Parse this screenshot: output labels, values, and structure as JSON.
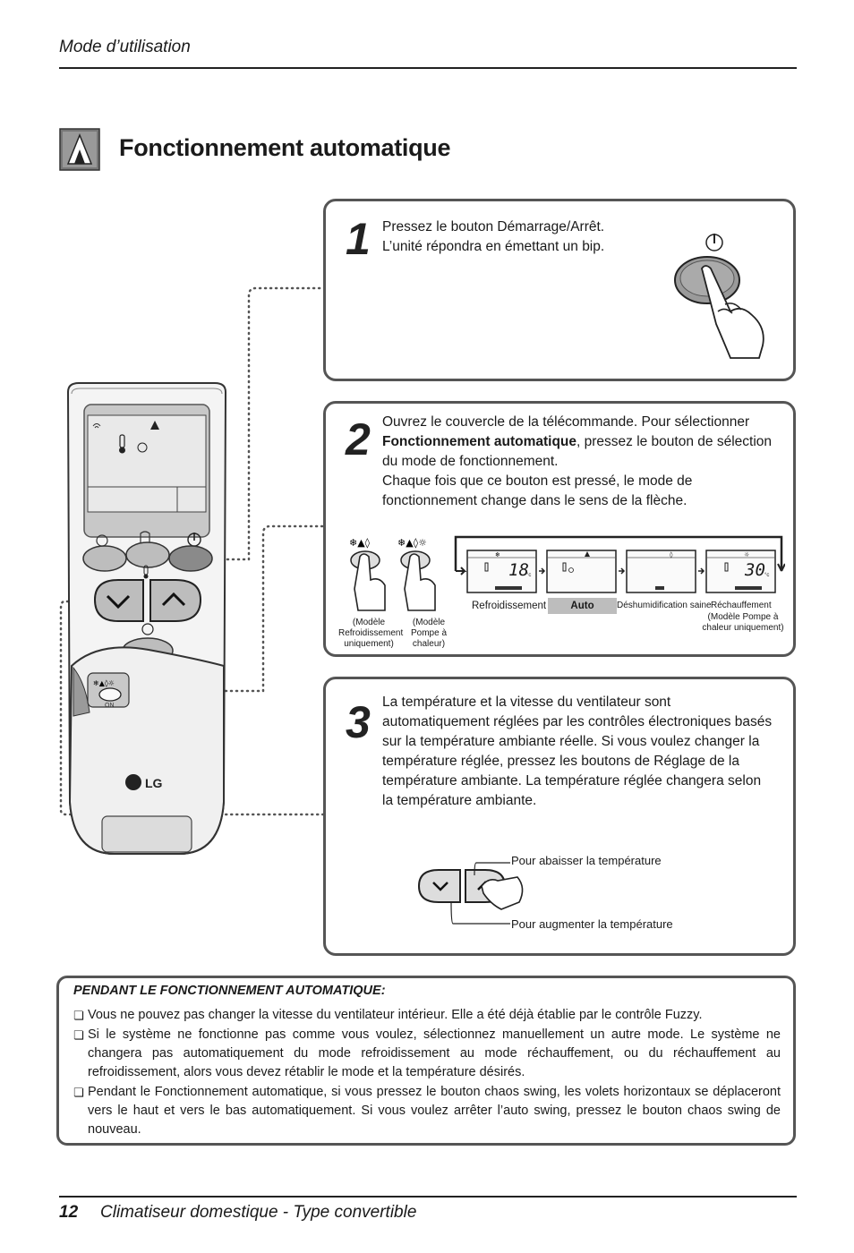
{
  "header": {
    "title": "Mode d’utilisation"
  },
  "section": {
    "title": "Fonctionnement automatique",
    "icon": "auto-mode-icon"
  },
  "step1": {
    "number": "1",
    "line1": "Pressez le bouton Démarrage/Arrêt.",
    "line2": "L’unité répondra en émettant un bip."
  },
  "step2": {
    "number": "2",
    "text_before": "Ouvrez le couvercle de la télécommande. Pour sélectionner ",
    "text_bold": "Fonctionnement automatique",
    "text_after": ", pressez le bouton de sélection du mode de fonctionnement.",
    "text2": "Chaque fois que ce bouton est pressé, le mode de fonctionnement change dans le sens de la flèche.",
    "button_caption_cool": "(Modèle Refroidissement uniquement)",
    "button_caption_heat": "(Modèle Pompe à chaleur)",
    "displays": [
      {
        "label": "Refroidissement",
        "temp": "18",
        "unit": "°c"
      },
      {
        "label": "Auto"
      },
      {
        "label": "Déshumidification saine"
      },
      {
        "label": "Réchauffement",
        "sublabel": "(Modèle Pompe à chaleur uniquement)",
        "temp": "30",
        "unit": "°c"
      }
    ]
  },
  "step3": {
    "number": "3",
    "text": "La température et la vitesse du ventilateur sont automatiquement réglées par les contrôles électroniques basés sur la température ambiante réelle. Si vous voulez changer la température réglée, pressez les boutons de Réglage de la température ambiante. La température réglée changera selon la température ambiante.",
    "label_lower": "Pour abaisser la température",
    "label_raise": "Pour augmenter la température"
  },
  "remote": {
    "brand": "LG",
    "on_label": "ON"
  },
  "note": {
    "title": "PENDANT LE FONCTIONNEMENT AUTOMATIQUE:",
    "items": [
      "Vous ne pouvez pas changer la vitesse du ventilateur intérieur. Elle a été déjà établie par le contrôle Fuzzy.",
      "Si le système ne fonctionne pas comme vous voulez, sélectionnez manuellement un autre mode. Le système ne changera pas automatiquement du mode refroidissement au mode réchauffement, ou du réchauffement au refroidissement, alors vous devez rétablir le mode et la température désirés.",
      "Pendant le Fonctionnement automatique, si vous pressez le bouton chaos swing, les volets horizontaux se déplaceront vers le haut et vers le bas automatiquement. Si vous voulez arrêter l’auto swing, pressez le bouton chaos swing de nouveau."
    ]
  },
  "footer": {
    "page_number": "12",
    "title": "Climatiseur domestique - Type convertible"
  }
}
